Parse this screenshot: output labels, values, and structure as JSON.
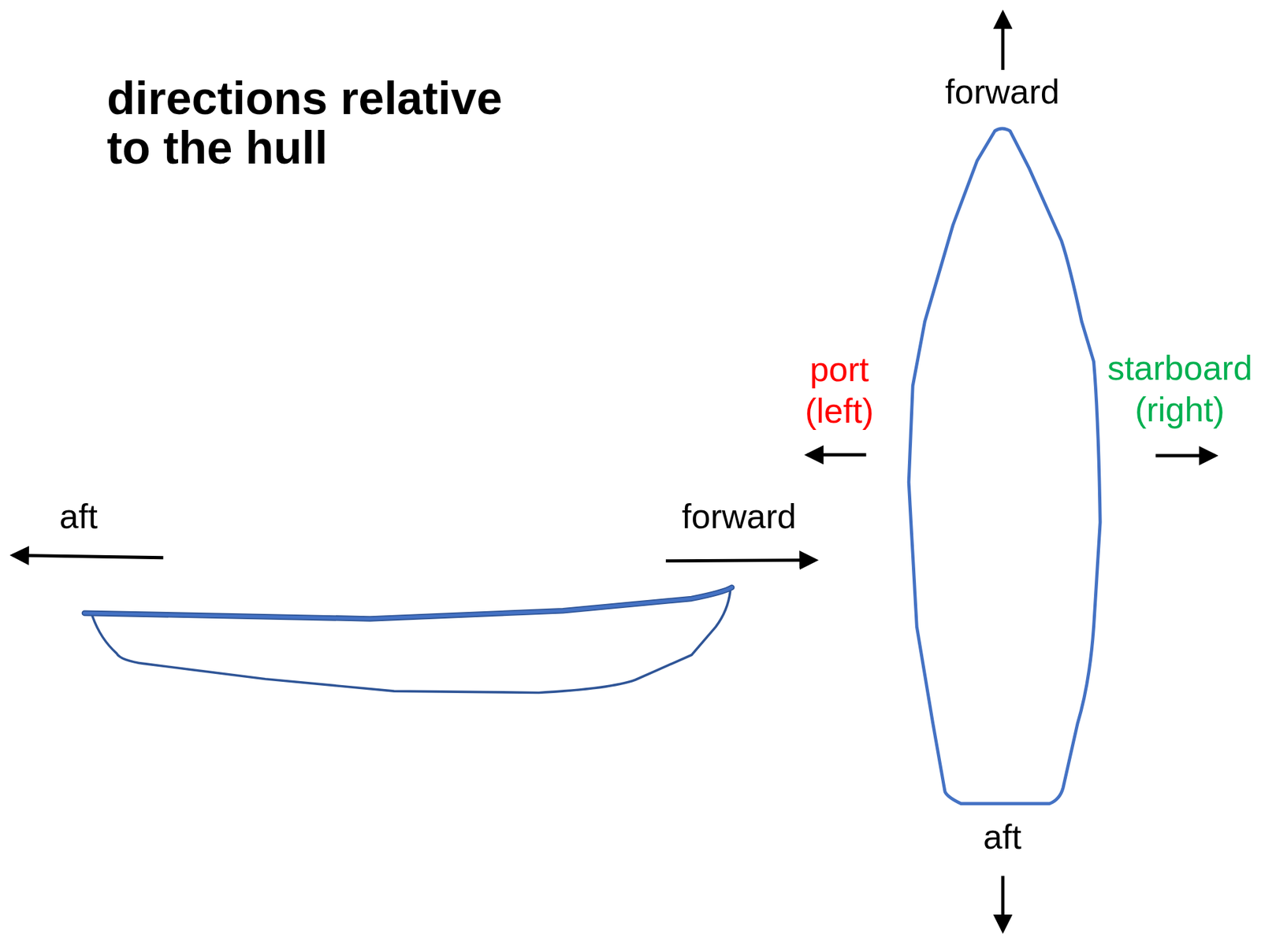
{
  "diagram": {
    "title": "directions relative to the hull",
    "labels": [
      "aft",
      "forward",
      "forward",
      "port (left)",
      "starboard (right)",
      "aft"
    ]
  }
}
